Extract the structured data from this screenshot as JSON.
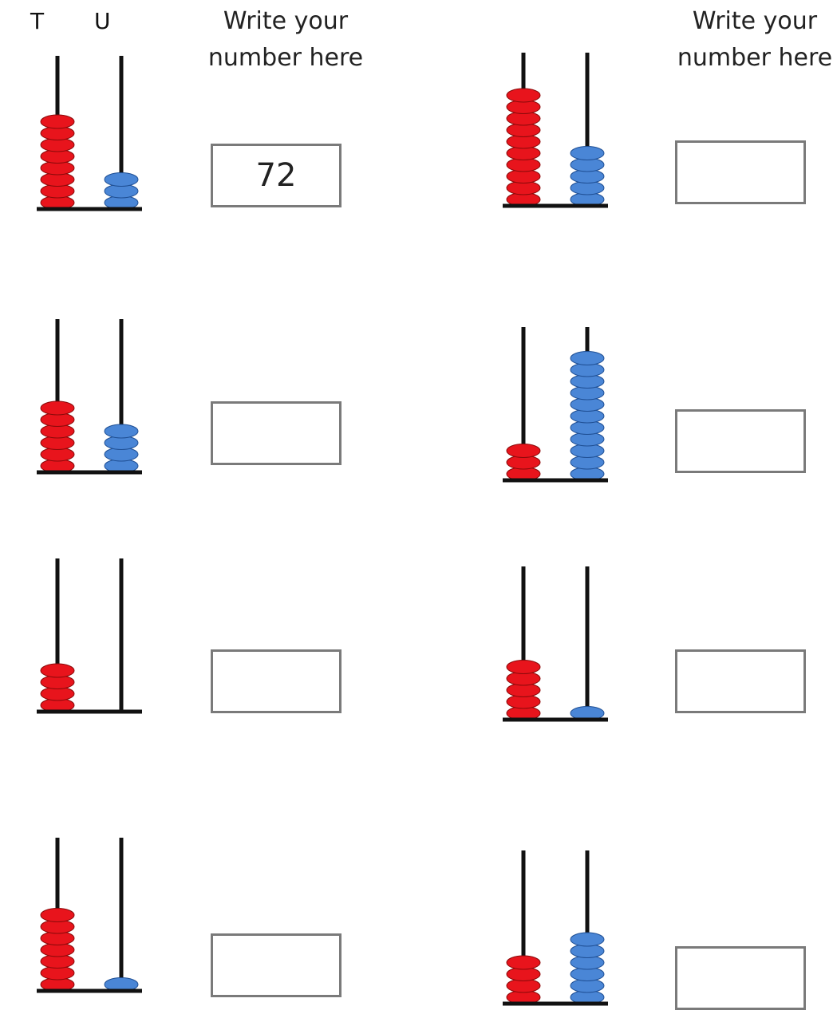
{
  "labels": {
    "tens": "T",
    "units": "U"
  },
  "heading": {
    "line1": "Write your",
    "line2": "number here"
  },
  "colors": {
    "tens_bead": "#e8141c",
    "units_bead": "#4a86d6",
    "rod": "#111111"
  },
  "problems": [
    {
      "tens": 8,
      "units": 3,
      "answer": "72"
    },
    {
      "tens": 10,
      "units": 5,
      "answer": ""
    },
    {
      "tens": 6,
      "units": 4,
      "answer": ""
    },
    {
      "tens": 3,
      "units": 11,
      "answer": ""
    },
    {
      "tens": 4,
      "units": 0,
      "answer": ""
    },
    {
      "tens": 5,
      "units": 1,
      "answer": ""
    },
    {
      "tens": 7,
      "units": 1,
      "answer": ""
    },
    {
      "tens": 4,
      "units": 6,
      "answer": ""
    }
  ]
}
